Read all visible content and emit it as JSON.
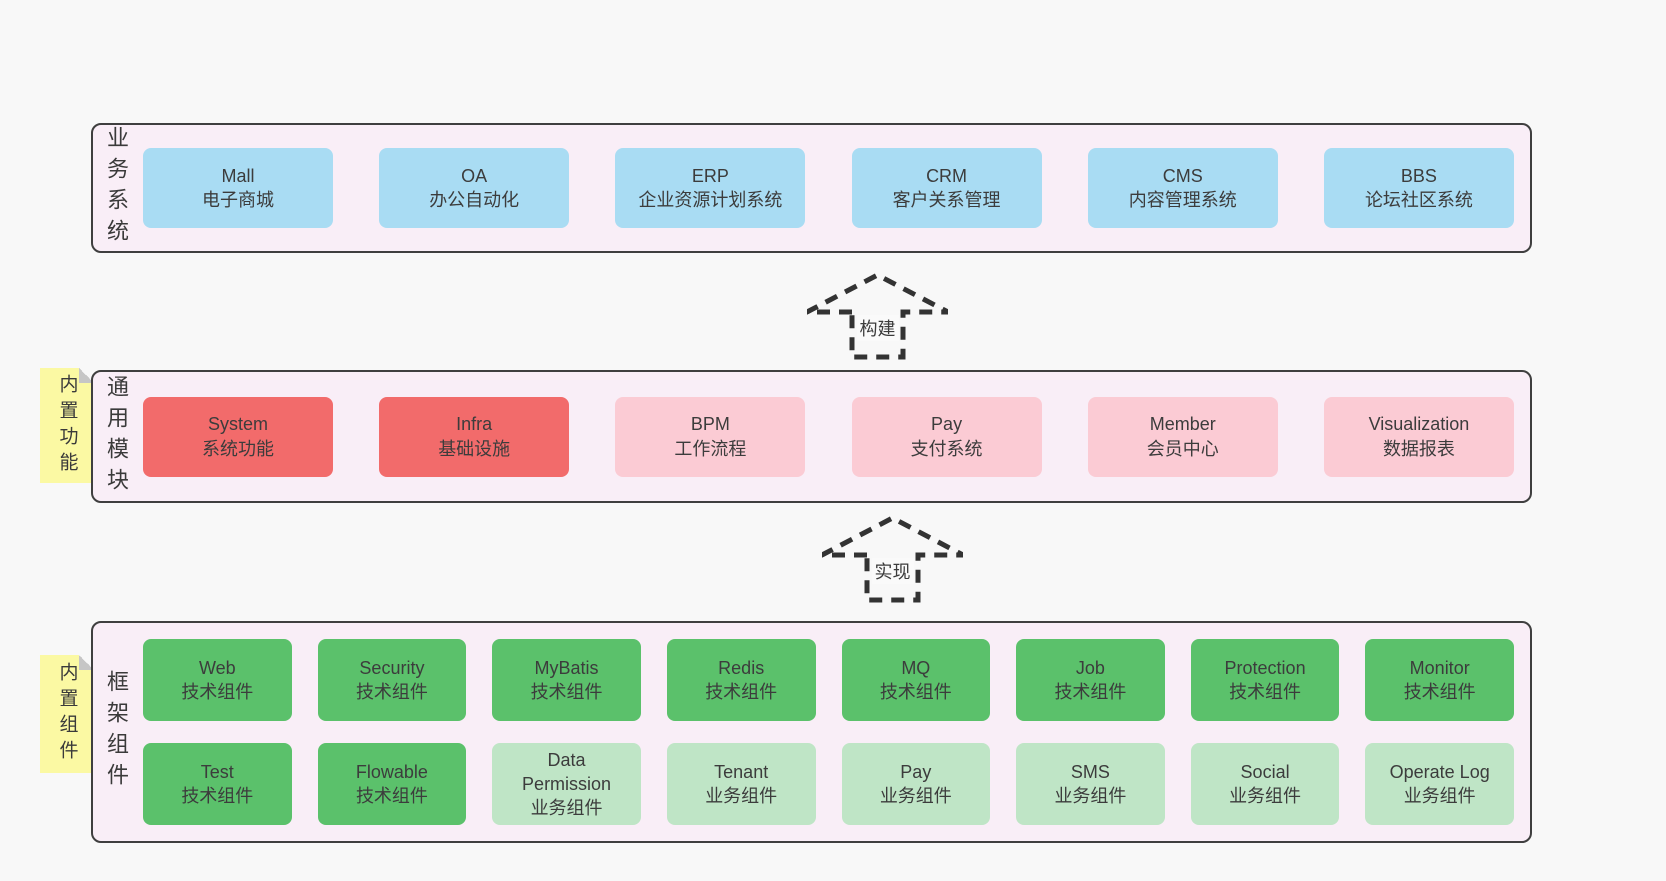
{
  "colors": {
    "page_background": "#f8f8f8",
    "panel_background": "#f9eef7",
    "panel_border": "#3f3f3f",
    "blue_box": "#a9dcf3",
    "red_box": "#f26b6b",
    "pink_box": "#fbcbd4",
    "green_box": "#5bc16b",
    "light_green_box": "#bfe5c6",
    "sticky_yellow": "#fbf9a3",
    "text": "#3c3c3c"
  },
  "arrows": [
    {
      "label": "构建"
    },
    {
      "label": "实现"
    }
  ],
  "sections": [
    {
      "label": "业务系统",
      "boxes": [
        {
          "name": "Mall",
          "subtitle": "电子商城"
        },
        {
          "name": "OA",
          "subtitle": "办公自动化"
        },
        {
          "name": "ERP",
          "subtitle": "企业资源计划系统"
        },
        {
          "name": "CRM",
          "subtitle": "客户关系管理"
        },
        {
          "name": "CMS",
          "subtitle": "内容管理系统"
        },
        {
          "name": "BBS",
          "subtitle": "论坛社区系统"
        }
      ]
    },
    {
      "label": "通用模块",
      "sticky": "内置功能",
      "boxes": [
        {
          "name": "System",
          "subtitle": "系统功能"
        },
        {
          "name": "Infra",
          "subtitle": "基础设施"
        },
        {
          "name": "BPM",
          "subtitle": "工作流程"
        },
        {
          "name": "Pay",
          "subtitle": "支付系统"
        },
        {
          "name": "Member",
          "subtitle": "会员中心"
        },
        {
          "name": "Visualization",
          "subtitle": "数据报表"
        }
      ]
    },
    {
      "label": "框架组件",
      "sticky": "内置组件",
      "boxes": [
        {
          "name": "Web",
          "subtitle": "技术组件"
        },
        {
          "name": "Security",
          "subtitle": "技术组件"
        },
        {
          "name": "MyBatis",
          "subtitle": "技术组件"
        },
        {
          "name": "Redis",
          "subtitle": "技术组件"
        },
        {
          "name": "MQ",
          "subtitle": "技术组件"
        },
        {
          "name": "Job",
          "subtitle": "技术组件"
        },
        {
          "name": "Protection",
          "subtitle": "技术组件"
        },
        {
          "name": "Monitor",
          "subtitle": "技术组件"
        },
        {
          "name": "Test",
          "subtitle": "技术组件"
        },
        {
          "name": "Flowable",
          "subtitle": "技术组件"
        },
        {
          "name": "Data Permission",
          "subtitle": "业务组件"
        },
        {
          "name": "Tenant",
          "subtitle": "业务组件"
        },
        {
          "name": "Pay",
          "subtitle": "业务组件"
        },
        {
          "name": "SMS",
          "subtitle": "业务组件"
        },
        {
          "name": "Social",
          "subtitle": "业务组件"
        },
        {
          "name": "Operate Log",
          "subtitle": "业务组件"
        }
      ]
    }
  ]
}
